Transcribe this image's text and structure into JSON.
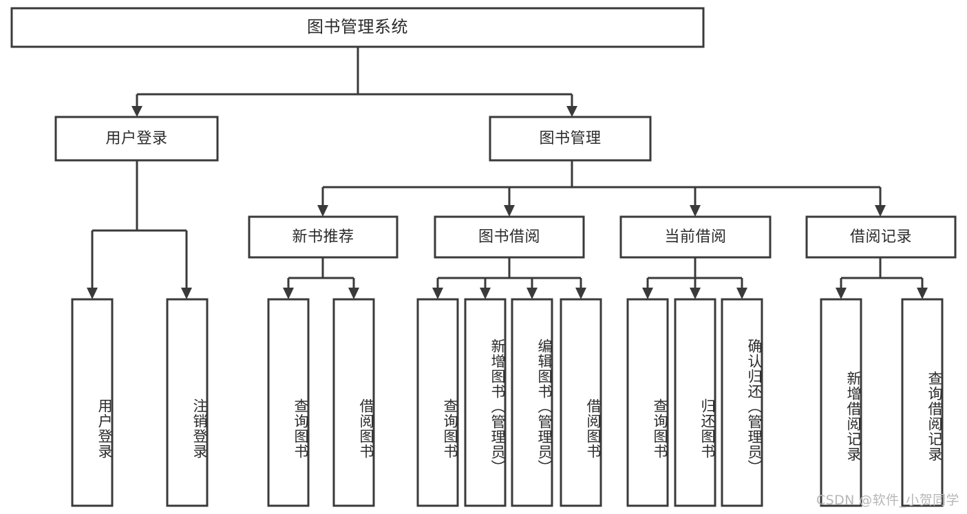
{
  "diagram": {
    "type": "tree-hierarchy-chart",
    "title": "图书管理系统",
    "orientation": "top-down",
    "levels": 4,
    "nodes": {
      "root": {
        "label": "图书管理系统",
        "level": 1
      },
      "level2": [
        {
          "id": "user-login",
          "label": "用户登录"
        },
        {
          "id": "book-management",
          "label": "图书管理"
        }
      ],
      "level3": [
        {
          "id": "new-book-recommend",
          "label": "新书推荐",
          "parent": "book-management"
        },
        {
          "id": "book-borrow",
          "label": "图书借阅",
          "parent": "book-management"
        },
        {
          "id": "current-borrow",
          "label": "当前借阅",
          "parent": "book-management"
        },
        {
          "id": "borrow-record",
          "label": "借阅记录",
          "parent": "book-management"
        }
      ],
      "leaves": [
        {
          "id": "leaf-user-login",
          "label": "用户登录",
          "parent": "user-login"
        },
        {
          "id": "leaf-logout-login",
          "label": "注销登录",
          "parent": "user-login"
        },
        {
          "id": "leaf-query-book-1",
          "label": "查询图书",
          "parent": "new-book-recommend"
        },
        {
          "id": "leaf-borrow-book-1",
          "label": "借阅图书",
          "parent": "new-book-recommend"
        },
        {
          "id": "leaf-query-book-2",
          "label": "查询图书",
          "parent": "book-borrow"
        },
        {
          "id": "leaf-add-book",
          "label": "新增图书（管理员）",
          "parent": "book-borrow"
        },
        {
          "id": "leaf-edit-book",
          "label": "编辑图书（管理员）",
          "parent": "book-borrow"
        },
        {
          "id": "leaf-borrow-book-2",
          "label": "借阅图书",
          "parent": "book-borrow"
        },
        {
          "id": "leaf-query-book-3",
          "label": "查询图书",
          "parent": "current-borrow"
        },
        {
          "id": "leaf-return-book",
          "label": "归还图书",
          "parent": "current-borrow"
        },
        {
          "id": "leaf-confirm-return",
          "label": "确认归还（管理员）",
          "parent": "current-borrow"
        },
        {
          "id": "leaf-add-record",
          "label": "新增借阅记录",
          "parent": "borrow-record"
        },
        {
          "id": "leaf-query-record",
          "label": "查询借阅记录",
          "parent": "borrow-record"
        }
      ]
    },
    "colors": {
      "stroke": "#3a3a3a",
      "fill": "#ffffff",
      "text": "#2b2b2b",
      "watermark": "#b7b7b7",
      "background": "#ffffff"
    }
  },
  "watermark": {
    "text": "CSDN @软件_小贺同学"
  }
}
